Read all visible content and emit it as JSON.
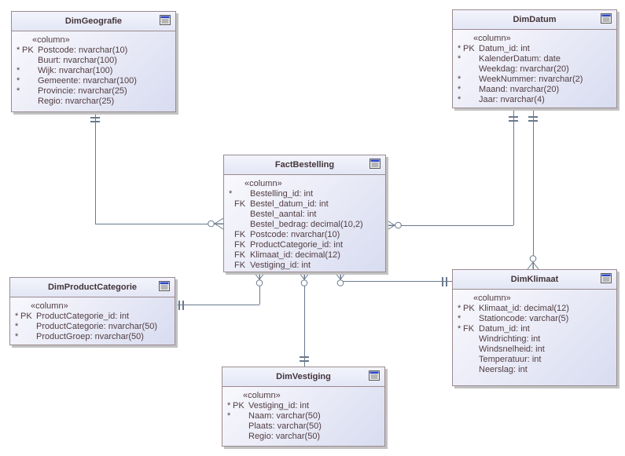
{
  "diagram": {
    "title": "Star schema data model diagram",
    "stereotype_label": "«column»",
    "colors": {
      "background": "#ffffff",
      "entity_border": "#9b8a8e",
      "entity_fill_light": "#fbfbfe",
      "entity_fill_dark": "#d8dcf0",
      "text": "#513d42",
      "connector": "#6a7a8e",
      "icon_titlebar_blue": "#2a46c8",
      "shadow": "#c2c2c2"
    }
  },
  "entities": [
    {
      "title": "DimGeografie",
      "stereotype": "«column»",
      "attributes": [
        {
          "star": "*",
          "keyword": "PK",
          "text": "Postcode: nvarchar(10)"
        },
        {
          "star": "",
          "keyword": "",
          "text": "Buurt: nvarchar(100)"
        },
        {
          "star": "*",
          "keyword": "",
          "text": "Wijk: nvarchar(100)"
        },
        {
          "star": "*",
          "keyword": "",
          "text": "Gemeente: nvarchar(100)"
        },
        {
          "star": "*",
          "keyword": "",
          "text": "Provincie: nvarchar(25)"
        },
        {
          "star": "",
          "keyword": "",
          "text": "Regio: nvarchar(25)"
        }
      ]
    },
    {
      "title": "DimDatum",
      "stereotype": "«column»",
      "attributes": [
        {
          "star": "*",
          "keyword": "PK",
          "text": "Datum_id: int"
        },
        {
          "star": "*",
          "keyword": "",
          "text": "KalenderDatum: date"
        },
        {
          "star": "",
          "keyword": "",
          "text": "Weekdag: nvarchar(20)"
        },
        {
          "star": "*",
          "keyword": "",
          "text": "WeekNummer: nvarchar(2)"
        },
        {
          "star": "*",
          "keyword": "",
          "text": "Maand: nvarchar(20)"
        },
        {
          "star": "*",
          "keyword": "",
          "text": "Jaar: nvarchar(4)"
        }
      ]
    },
    {
      "title": "FactBestelling",
      "stereotype": "«column»",
      "attributes": [
        {
          "star": "*",
          "keyword": "",
          "text": "Bestelling_id: int"
        },
        {
          "star": "",
          "keyword": "FK",
          "text": "Bestel_datum_id: int"
        },
        {
          "star": "",
          "keyword": "",
          "text": "Bestel_aantal: int"
        },
        {
          "star": "",
          "keyword": "",
          "text": "Bestel_bedrag: decimal(10,2)"
        },
        {
          "star": "",
          "keyword": "FK",
          "text": "Postcode: nvarchar(10)"
        },
        {
          "star": "",
          "keyword": "FK",
          "text": "ProductCategorie_id: int"
        },
        {
          "star": "",
          "keyword": "FK",
          "text": "Klimaat_id: decimal(12)"
        },
        {
          "star": "",
          "keyword": "FK",
          "text": "Vestiging_id: int"
        }
      ]
    },
    {
      "title": "DimProductCategorie",
      "stereotype": "«column»",
      "attributes": [
        {
          "star": "*",
          "keyword": "PK",
          "text": "ProductCategorie_id: int"
        },
        {
          "star": "*",
          "keyword": "",
          "text": "ProductCategorie: nvarchar(50)"
        },
        {
          "star": "*",
          "keyword": "",
          "text": "ProductGroep: nvarchar(50)"
        }
      ]
    },
    {
      "title": "DimKlimaat",
      "stereotype": "«column»",
      "attributes": [
        {
          "star": "*",
          "keyword": "PK",
          "text": "Klimaat_id: decimal(12)"
        },
        {
          "star": "*",
          "keyword": "",
          "text": "Stationcode: varchar(5)"
        },
        {
          "star": "*",
          "keyword": "FK",
          "text": "Datum_id: int"
        },
        {
          "star": "",
          "keyword": "",
          "text": "Windrichting: int"
        },
        {
          "star": "",
          "keyword": "",
          "text": "Windsnelheid: int"
        },
        {
          "star": "",
          "keyword": "",
          "text": "Temperatuur: int"
        },
        {
          "star": "",
          "keyword": "",
          "text": "Neerslag: int"
        }
      ]
    },
    {
      "title": "DimVestiging",
      "stereotype": "«column»",
      "attributes": [
        {
          "star": "*",
          "keyword": "PK",
          "text": "Vestiging_id: int"
        },
        {
          "star": "*",
          "keyword": "",
          "text": "Naam: varchar(50)"
        },
        {
          "star": "",
          "keyword": "",
          "text": "Plaats: varchar(50)"
        },
        {
          "star": "",
          "keyword": "",
          "text": "Regio: varchar(50)"
        }
      ]
    }
  ],
  "connectors": [
    {
      "from": "DimGeografie",
      "to": "FactBestelling",
      "from_cardinality": "1",
      "to_cardinality": "0..*"
    },
    {
      "from": "DimDatum",
      "to": "FactBestelling",
      "from_cardinality": "1",
      "to_cardinality": "0..*"
    },
    {
      "from": "DimDatum",
      "to": "DimKlimaat",
      "from_cardinality": "1",
      "to_cardinality": "0..*"
    },
    {
      "from": "DimProductCategorie",
      "to": "FactBestelling",
      "from_cardinality": "1",
      "to_cardinality": "0..*"
    },
    {
      "from": "DimVestiging",
      "to": "FactBestelling",
      "from_cardinality": "1",
      "to_cardinality": "0..*"
    },
    {
      "from": "DimKlimaat",
      "to": "FactBestelling",
      "from_cardinality": "1",
      "to_cardinality": "0..*"
    }
  ]
}
